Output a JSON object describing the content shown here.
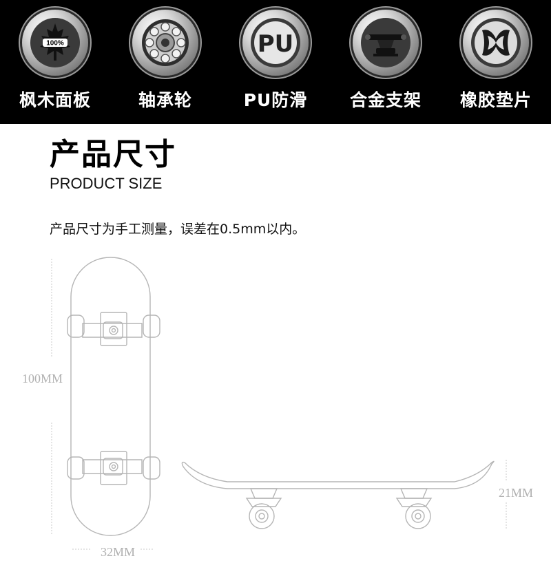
{
  "features": [
    {
      "label": "枫木面板",
      "icon": "maple-leaf-icon",
      "badge_text": "100%"
    },
    {
      "label": "轴承轮",
      "icon": "bearing-icon"
    },
    {
      "label": "PU防滑",
      "icon": "pu-icon",
      "badge_text": "PU"
    },
    {
      "label": "合金支架",
      "icon": "truck-icon"
    },
    {
      "label": "橡胶垫片",
      "icon": "rubber-pad-icon"
    }
  ],
  "heading": {
    "title_cn": "产品尺寸",
    "title_en": "PRODUCT SIZE"
  },
  "note": "产品尺寸为手工测量，误差在0.5mm以内。",
  "dimensions": {
    "length": "100MM",
    "width": "32MM",
    "height": "21MM"
  },
  "colors": {
    "banner": "#000000",
    "line": "#b5b5b5",
    "dim_text": "#b0b0b0"
  }
}
